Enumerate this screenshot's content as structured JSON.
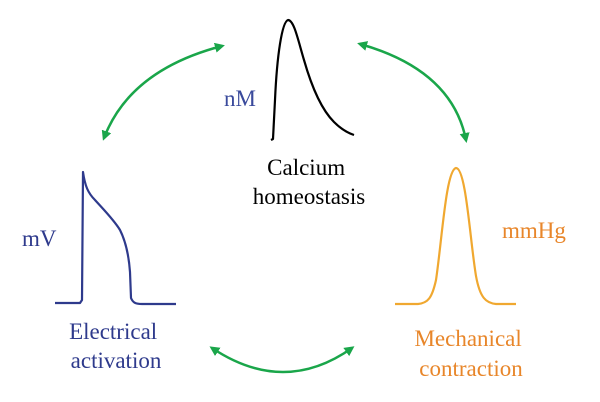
{
  "nodes": {
    "calcium": {
      "unit": "nM",
      "label_line1": "Calcium",
      "label_line2": "homeostasis",
      "color": "#000000",
      "unit_color": "#3a4a9c"
    },
    "electrical": {
      "unit": "mV",
      "label_line1": "Electrical",
      "label_line2": "activation",
      "color": "#2e3a8c"
    },
    "mechanical": {
      "unit": "mmHg",
      "label_line1": "Mechanical",
      "label_line2": "contraction",
      "color": "#f0a830",
      "text_color": "#e8862a"
    }
  },
  "arrows": {
    "color": "#1aa64a",
    "links": [
      {
        "from": "calcium",
        "to": "electrical"
      },
      {
        "from": "calcium",
        "to": "mechanical"
      },
      {
        "from": "electrical",
        "to": "mechanical"
      }
    ]
  }
}
